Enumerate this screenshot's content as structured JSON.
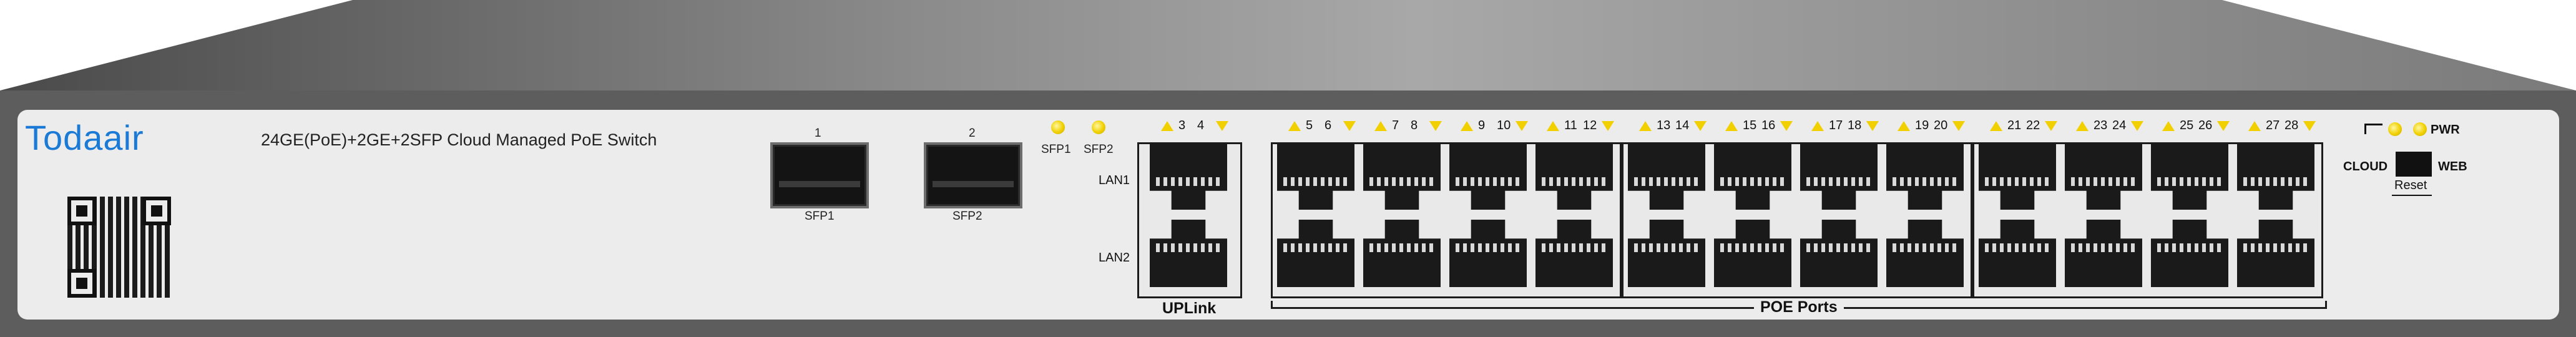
{
  "brand": {
    "logo_text": "Todaair"
  },
  "device": {
    "model": "24GE(PoE)+2GE+2SFP Cloud Managed PoE Switch"
  },
  "sfp": [
    {
      "number": "1",
      "label": "SFP1"
    },
    {
      "number": "2",
      "label": "SFP2"
    }
  ],
  "sfp_leds": [
    "SFP1",
    "SFP2"
  ],
  "uplink": {
    "ports": [
      "3",
      "4"
    ],
    "lan_labels": [
      "LAN1",
      "LAN2"
    ],
    "label": "UPLink"
  },
  "poe": {
    "label": "POE Ports",
    "ports": [
      [
        "5",
        "6"
      ],
      [
        "7",
        "8"
      ],
      [
        "9",
        "10"
      ],
      [
        "11",
        "12"
      ],
      [
        "13",
        "14"
      ],
      [
        "15",
        "16"
      ],
      [
        "17",
        "18"
      ],
      [
        "19",
        "20"
      ],
      [
        "21",
        "22"
      ],
      [
        "23",
        "24"
      ],
      [
        "25",
        "26"
      ],
      [
        "27",
        "28"
      ]
    ]
  },
  "status": {
    "cloud": "CLOUD",
    "pwr": "PWR",
    "web": "WEB",
    "reset": "Reset"
  },
  "colors": {
    "logo": "#1a7ad6",
    "led": "#f2d000",
    "chassis": "#5d5d5d",
    "faceplate": "#ececec"
  },
  "icons": [
    "qr-code-icon",
    "status-led-icon",
    "link-led-triangle-icon"
  ]
}
